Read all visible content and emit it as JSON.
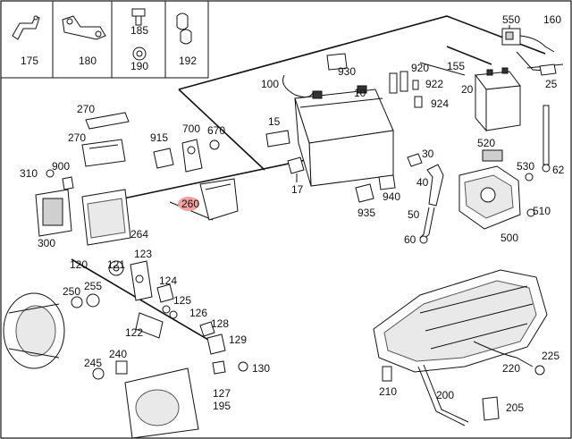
{
  "callouts": {
    "c175": "175",
    "c180": "180",
    "c185": "185",
    "c190": "190",
    "c192": "192",
    "c550": "550",
    "c160": "160",
    "c155": "155",
    "c25": "25",
    "c20": "20",
    "c930": "930",
    "c100": "100",
    "c10": "10",
    "c920": "920",
    "c922": "922",
    "c924": "924",
    "c270a": "270",
    "c270b": "270",
    "c915": "915",
    "c700": "700",
    "c670": "670",
    "c15": "15",
    "c310": "310",
    "c900": "900",
    "c260": "260",
    "c17": "17",
    "c30": "30",
    "c520": "520",
    "c530": "530",
    "c62": "62",
    "c40": "40",
    "c935": "935",
    "c940": "940",
    "c50": "50",
    "c510": "510",
    "c60": "60",
    "c300": "300",
    "c264": "264",
    "c500": "500",
    "c120": "120",
    "c121": "121",
    "c123": "123",
    "c250": "250",
    "c255": "255",
    "c124": "124",
    "c125": "125",
    "c126": "126",
    "c122": "122",
    "c128": "128",
    "c129": "129",
    "c240": "240",
    "c245": "245",
    "c130": "130",
    "c127": "127",
    "c195": "195",
    "c210": "210",
    "c200": "200",
    "c220": "220",
    "c225": "225",
    "c205": "205"
  },
  "highlight_color": "#f2a0a0"
}
